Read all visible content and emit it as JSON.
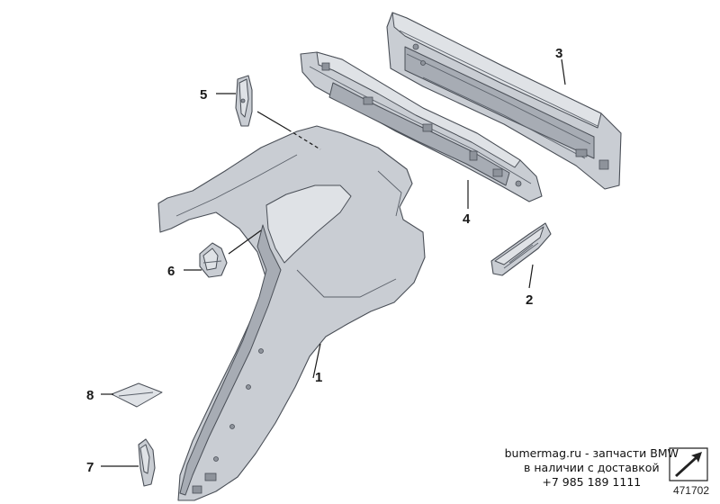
{
  "diagram": {
    "parts": [
      {
        "id": "1",
        "label": "1"
      },
      {
        "id": "2",
        "label": "2"
      },
      {
        "id": "3",
        "label": "3"
      },
      {
        "id": "4",
        "label": "4"
      },
      {
        "id": "5",
        "label": "5"
      },
      {
        "id": "6",
        "label": "6"
      },
      {
        "id": "7",
        "label": "7"
      },
      {
        "id": "8",
        "label": "8"
      }
    ],
    "diagram_number": "471702"
  },
  "watermark": {
    "line1": "bumermag.ru - запчасти BMW",
    "line2": "в наличии с доставкой",
    "line3": "+7 985 189 1111"
  },
  "colors": {
    "panel": "#c9cdd3",
    "panel_light": "#dfe2e6",
    "panel_dark": "#a7acb4",
    "outline": "#4a4f57",
    "text": "#1a1a1a"
  }
}
